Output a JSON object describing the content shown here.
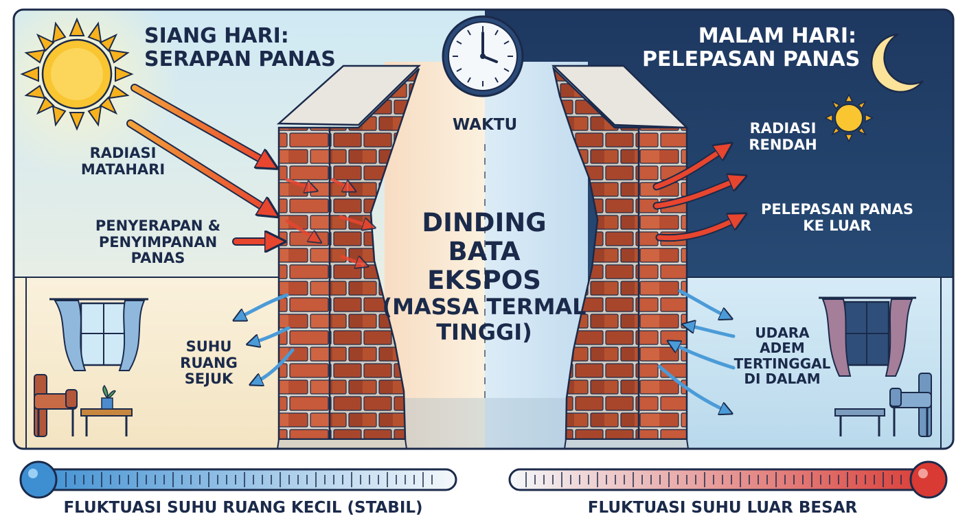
{
  "day": {
    "title": [
      "SIANG HARI:",
      "SERAPAN PANAS"
    ],
    "radiation": [
      "RADIASI",
      "MATAHARI"
    ],
    "absorption": [
      "PENYERAPAN &",
      "PENYIMPANAN",
      "PANAS"
    ],
    "room_temp": [
      "SUHU",
      "RUANG",
      "SEJUK"
    ]
  },
  "night": {
    "title": [
      "MALAM HARI:",
      "PELEPASAN PANAS"
    ],
    "radiation": [
      "RADIASI",
      "RENDAH"
    ],
    "release": [
      "PELEPASAN PANAS",
      "KE LUAR"
    ],
    "cool_air": [
      "UDARA",
      "ADEM",
      "TERTINGGAL",
      "DI DALAM"
    ]
  },
  "time_label": "WAKTU",
  "wall_label": [
    "DINDING",
    "BATA",
    "EKSPOS",
    "(MASSA TERMAL",
    "TINGGI)"
  ],
  "thermometer_left": {
    "caption": "FLUKTUASI SUHU RUANG KECIL (STABIL)"
  },
  "thermometer_right": {
    "caption": "FLUKTUASI SUHU LUAR BESAR"
  },
  "icons": {
    "sun": "sun-icon",
    "moon": "moon-icon",
    "clock": "clock-icon",
    "small_sun": "small-sun-icon",
    "window": "window-icon",
    "armchair": "armchair-icon",
    "plant": "plant-icon",
    "thermometer": "thermometer-icon"
  },
  "colors": {
    "day_sky": "#d9eef6",
    "day_room": "#f8efd8",
    "night_sky": "#1f3b63",
    "night_room": "#cfe6f3",
    "brick": "#c65a3a",
    "mortar": "#dcd8d0",
    "outline": "#1b2a4a",
    "heat_arrow": "#e8452f",
    "cool_arrow": "#4b9bd8",
    "cold_bulb": "#3e8fd2",
    "hot_bulb": "#d93a33"
  }
}
